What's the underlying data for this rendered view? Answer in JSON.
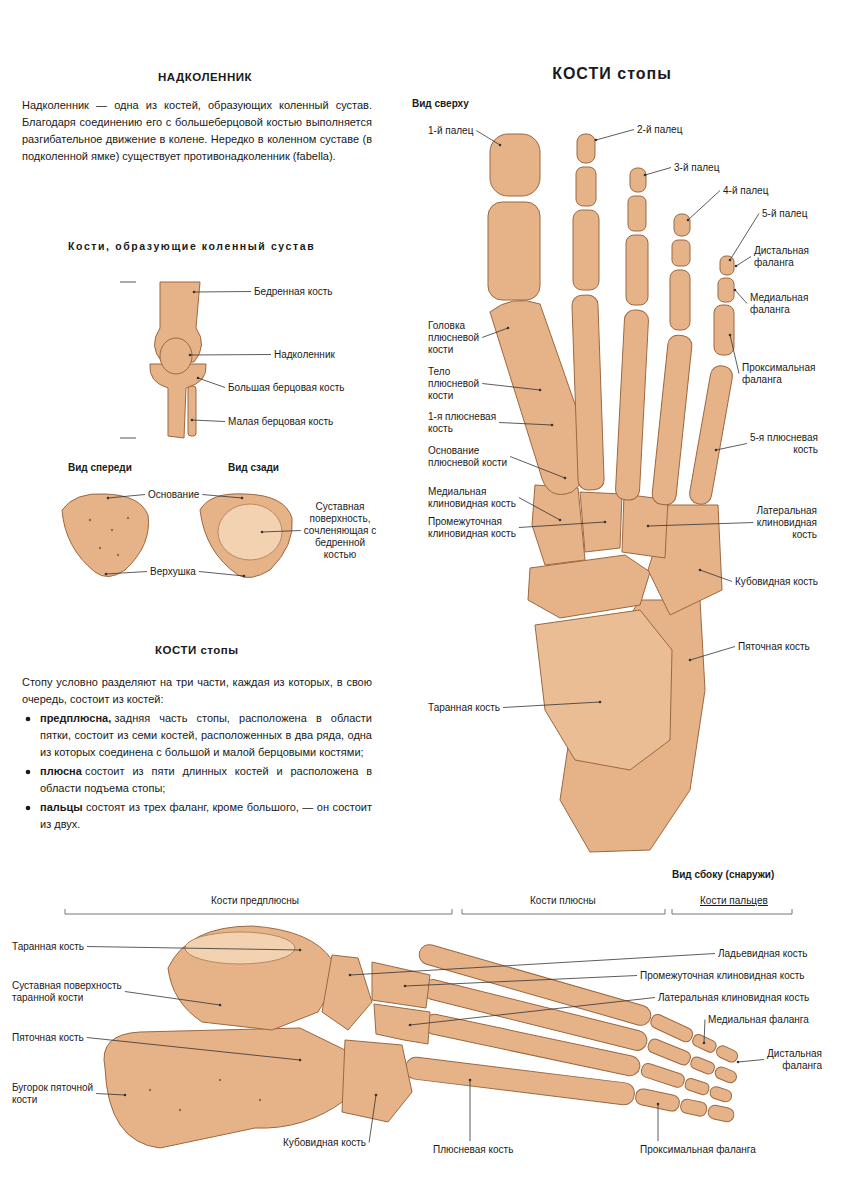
{
  "diagram": {
    "title": "КОСТИ стопы",
    "labels": [
      "НАДКОЛЕННИК",
      "Надколенник — одна из костей, образующих коленный сустав. Благодаря соединению его с большеберцовой костью выполняется разгибательное движение в колене. Нередко в коленном суставе (в подколенной ямке) существует противонадколенник (fabella).",
      "Кости, образующие коленный сустав",
      "Бедренная кость",
      "Надколенник",
      "Большая берцовая кость",
      "Малая берцовая кость",
      "Вид спереди",
      "Вид сзади",
      "Основание",
      "Суставная поверхность, сочленяющая с бедренной костью",
      "Верхушка",
      "КОСТИ стопы",
      "Стопу условно разделяют на три части, каждая из которых, в свою очередь, состоит из костей:",
      "предплюсна,",
      "задняя часть стопы, расположена в области пятки, состоит из семи костей, расположенных в два ряда, одна из которых соединена с большой и малой берцовыми костями;",
      "плюсна",
      "состоит из пяти длинных костей и расположена в области подъема стопы;",
      "пальцы",
      "состоят из трех фаланг, кроме большого, — он состоит из двух.",
      "Вид сверху",
      "1-й палец",
      "2-й палец",
      "3-й палец",
      "4-й палец",
      "5-й палец",
      "Дистальная фаланга",
      "Медиальная фаланга",
      "Проксимальная фаланга",
      "Головка плюсневой кости",
      "Тело плюсневой кости",
      "1-я плюсневая кость",
      "Основание плюсневой кости",
      "Медиальная клиновидная кость",
      "Промежуточная клиновидная кость",
      "5-я плюсневая кость",
      "Латеральная клиновидная кость",
      "Кубовидная кость",
      "Пяточная кость",
      "Таранная кость",
      "Вид сбоку (снаружи)",
      "Кости предплюсны",
      "Кости плюсны",
      "Кости пальцев",
      "Таранная кость",
      "Суставная поверхность таранной кости",
      "Пяточная кость",
      "Бугорок пяточной кости",
      "Кубовидная кость",
      "Плюсневая кость",
      "Ладьевидная кость",
      "Промежуточная клиновидная кость",
      "Латеральная клиновидная кость",
      "Медиальная фаланга",
      "Дистальная фаланга",
      "Проксимальная фаланга"
    ]
  }
}
